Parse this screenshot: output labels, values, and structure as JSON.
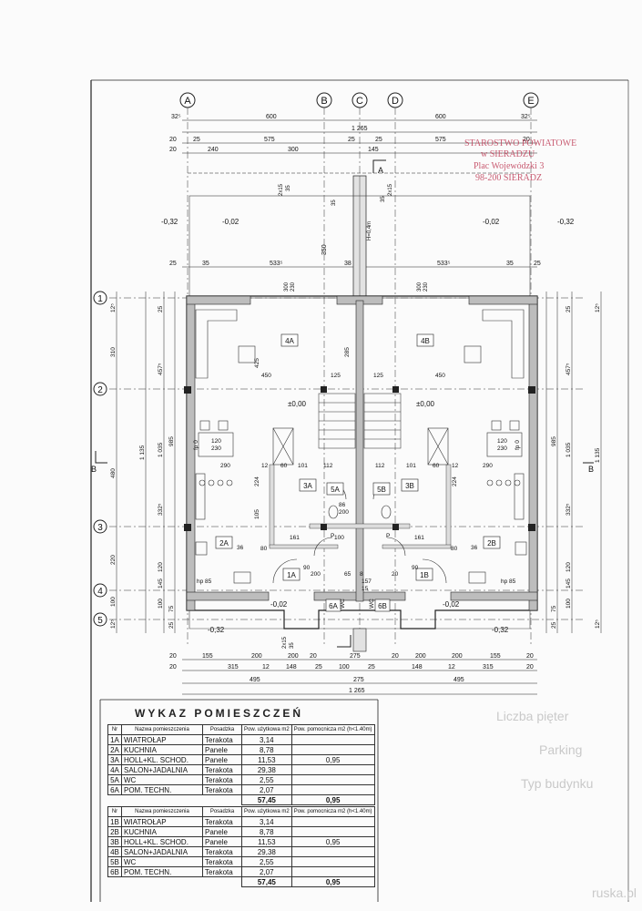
{
  "grid_axes": {
    "columns": [
      "A",
      "B",
      "C",
      "D",
      "E"
    ],
    "rows": [
      "1",
      "2",
      "3",
      "4",
      "5"
    ]
  },
  "dims_top": {
    "row1": [
      "32⁵",
      "600",
      "600",
      "32⁵"
    ],
    "overall": "1 265",
    "row3": [
      "20",
      "25",
      "575",
      "25",
      "25",
      "575",
      "20"
    ],
    "row4": [
      "20",
      "240",
      "300",
      "145"
    ],
    "inner": [
      "25",
      "35",
      "533⁵",
      "38",
      "533⁵",
      "35",
      "25"
    ],
    "chimney": [
      "2x15",
      "35",
      "350",
      "35",
      "2x15",
      "35"
    ],
    "chimney_height": "H=0,4m",
    "wall": [
      "300",
      "230",
      "300",
      "230"
    ]
  },
  "dims_bottom": {
    "row1": [
      "20",
      "155",
      "200",
      "200",
      "20",
      "275",
      "20",
      "200",
      "200",
      "155",
      "20"
    ],
    "row2": [
      "20",
      "315",
      "12",
      "148",
      "25",
      "100",
      "25",
      "148",
      "12",
      "315",
      "20"
    ],
    "row3": [
      "495",
      "275",
      "495"
    ],
    "overall": "1 265",
    "chimney": [
      "2x15",
      "35"
    ]
  },
  "dims_left": {
    "outer": [
      "12⁵",
      "310",
      "1 135",
      "480",
      "220",
      "100",
      "12⁵"
    ],
    "inner": [
      "25",
      "457⁵",
      "1 035",
      "985",
      "332⁵",
      "120",
      "145",
      "100",
      "75",
      "25"
    ]
  },
  "dims_right": {
    "outer": [
      "12⁵",
      "25",
      "457⁵",
      "985",
      "1 035",
      "1 135",
      "332⁵",
      "120",
      "145",
      "100",
      "75",
      "25",
      "12⁵"
    ]
  },
  "levels": {
    "terrain": "-0,32",
    "terrace": "-0,02",
    "floor": "±0,00"
  },
  "section_marks": [
    "A",
    "A",
    "B",
    "B"
  ],
  "rooms_a": [
    "4A",
    "3A",
    "5A",
    "2A",
    "1A",
    "6A"
  ],
  "rooms_b": [
    "4B",
    "3B",
    "5B",
    "2B",
    "1B",
    "6B"
  ],
  "interior_dims": {
    "main": [
      "450",
      "125",
      "125",
      "450",
      "425",
      "285",
      "290",
      "290",
      "12",
      "60",
      "101",
      "112",
      "112",
      "101",
      "60",
      "12",
      "224",
      "105",
      "86",
      "200",
      "161",
      "161",
      "100",
      "80",
      "80",
      "36",
      "36",
      "90",
      "65",
      "8",
      "200",
      "157",
      "15",
      "90",
      "20"
    ],
    "misc": [
      "120",
      "230",
      "fp 0",
      "hp 85",
      "WC",
      "P"
    ]
  },
  "stamp": {
    "line1": "STAROSTWO POWIATOWE",
    "line2": "w SIERADZU",
    "line3": "Plac Wojewódzki 3",
    "line4": "98-200 SIERADZ"
  },
  "ghost_text": [
    "Liczba pięter",
    "Parking",
    "Typ budynku",
    "ruska.pl"
  ],
  "schedule": {
    "title": "WYKAZ POMIESZCZEŃ",
    "headers": {
      "nr": "Nr",
      "name": "Nazwa pomieszczenia",
      "floor": "Posadzka",
      "area": "Pow. użytkowa m2",
      "aux": "Pow. pomocnicza m2 (h<1.40m)"
    },
    "table_a": [
      {
        "nr": "1A",
        "name": "WIATROŁAP",
        "floor": "Terakota",
        "area": "3,14",
        "aux": ""
      },
      {
        "nr": "2A",
        "name": "KUCHNIA",
        "floor": "Panele",
        "area": "8,78",
        "aux": ""
      },
      {
        "nr": "3A",
        "name": "HOLL+KL. SCHOD.",
        "floor": "Panele",
        "area": "11,53",
        "aux": "0,95"
      },
      {
        "nr": "4A",
        "name": "SALON+JADALNIA",
        "floor": "Terakota",
        "area": "29,38",
        "aux": ""
      },
      {
        "nr": "5A",
        "name": "WC",
        "floor": "Terakota",
        "area": "2,55",
        "aux": ""
      },
      {
        "nr": "6A",
        "name": "POM. TECHN.",
        "floor": "Terakota",
        "area": "2,07",
        "aux": ""
      }
    ],
    "total_a": {
      "area": "57,45",
      "aux": "0,95"
    },
    "table_b": [
      {
        "nr": "1B",
        "name": "WIATROŁAP",
        "floor": "Terakota",
        "area": "3,14",
        "aux": ""
      },
      {
        "nr": "2B",
        "name": "KUCHNIA",
        "floor": "Panele",
        "area": "8,78",
        "aux": ""
      },
      {
        "nr": "3B",
        "name": "HOLL+KL. SCHOD.",
        "floor": "Panele",
        "area": "11,53",
        "aux": "0,95"
      },
      {
        "nr": "4B",
        "name": "SALON+JADALNIA",
        "floor": "Terakota",
        "area": "29,38",
        "aux": ""
      },
      {
        "nr": "5B",
        "name": "WC",
        "floor": "Terakota",
        "area": "2,55",
        "aux": ""
      },
      {
        "nr": "6B",
        "name": "POM. TECHN.",
        "floor": "Terakota",
        "area": "2,07",
        "aux": ""
      }
    ],
    "total_b": {
      "area": "57,45",
      "aux": "0,95"
    }
  },
  "colors": {
    "ink": "#111111",
    "wall_fill": "#bdbdbd",
    "stamp": "#c0405a",
    "ghost": "#c9c9c9"
  }
}
